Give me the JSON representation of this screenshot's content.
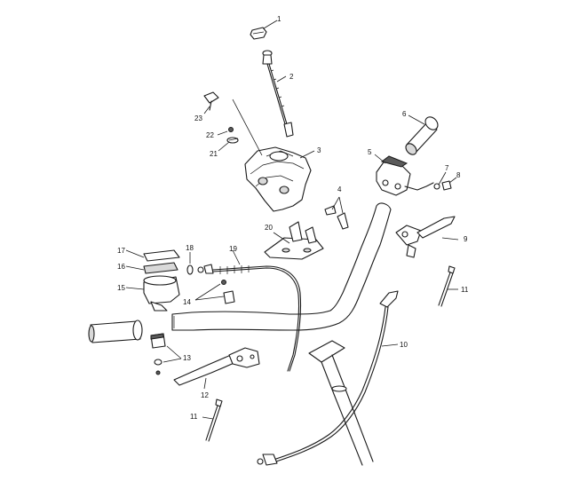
{
  "diagram": {
    "callouts": [
      {
        "id": "c1",
        "label": "1"
      },
      {
        "id": "c2",
        "label": "2"
      },
      {
        "id": "c3",
        "label": "3"
      },
      {
        "id": "c4",
        "label": "4"
      },
      {
        "id": "c5",
        "label": "5"
      },
      {
        "id": "c6",
        "label": "6"
      },
      {
        "id": "c7",
        "label": "7"
      },
      {
        "id": "c8",
        "label": "8"
      },
      {
        "id": "c9",
        "label": "9"
      },
      {
        "id": "c10",
        "label": "10"
      },
      {
        "id": "c11a",
        "label": "11"
      },
      {
        "id": "c11b",
        "label": "11"
      },
      {
        "id": "c12",
        "label": "12"
      },
      {
        "id": "c13",
        "label": "13"
      },
      {
        "id": "c14",
        "label": "14"
      },
      {
        "id": "c15",
        "label": "15"
      },
      {
        "id": "c16",
        "label": "16"
      },
      {
        "id": "c17",
        "label": "17"
      },
      {
        "id": "c18",
        "label": "18"
      },
      {
        "id": "c19",
        "label": "19"
      },
      {
        "id": "c20",
        "label": "20"
      },
      {
        "id": "c21",
        "label": "21"
      },
      {
        "id": "c22",
        "label": "22"
      },
      {
        "id": "c23",
        "label": "23"
      }
    ]
  }
}
